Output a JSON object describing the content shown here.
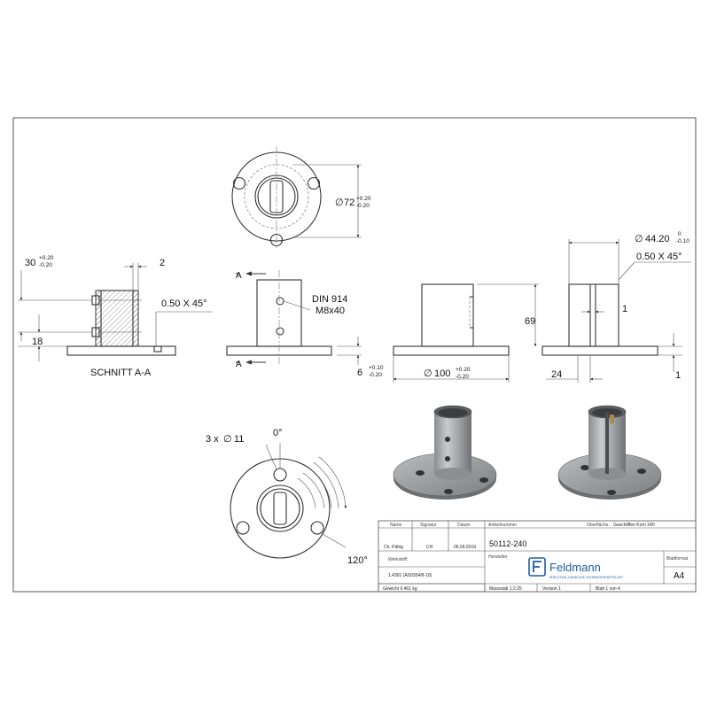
{
  "dimensions": {
    "diameter_72": "72",
    "diameter_72_tol_upper": "+0.20",
    "diameter_72_tol_lower": "-0.20",
    "diameter_44": "44.20",
    "diameter_44_tol_upper": "0",
    "diameter_44_tol_lower": "-0.10",
    "chamfer_right": "0.50 X 45°",
    "chamfer_left": "0.50 X 45°",
    "dim_30": "30",
    "dim_30_tol_upper": "+0.20",
    "dim_30_tol_lower": "-0.20",
    "dim_2": "2",
    "dim_18": "18",
    "thread_std": "DIN 914",
    "thread_size": "M8x40",
    "dim_69": "69",
    "dim_6": "6",
    "dim_6_tol_upper": "+0.10",
    "dim_6_tol_lower": "-0.20",
    "diameter_100": "100",
    "diameter_100_tol_upper": "+0.20",
    "diameter_100_tol_lower": "-0.20",
    "dim_24": "24",
    "dim_1a": "1",
    "dim_1b": "1",
    "holes": "3 x",
    "holes_dia": "11",
    "angle_0": "0°",
    "angle_120": "120°"
  },
  "labels": {
    "section_name": "SCHNITT A-A",
    "section_marker_top": "A",
    "section_marker_bottom": "A"
  },
  "title_block": {
    "hdr_name": "Name",
    "hdr_signatur": "Signatur",
    "hdr_datum": "Datum",
    "name": "Ch. Pähig",
    "signatur": "CH",
    "datum": "06.09.2019",
    "artikelnummer_label": "Artikelnummer",
    "artikelnummer": "50112-240",
    "oberflaeche_label": "Oberfläche:",
    "oberflaeche": "Geschliffen Korn 240",
    "werkstoff_label": "Werkstoff:",
    "werkstoff": "1.4301 (AISI304/8-10)",
    "hersteller_label": "Hersteller",
    "company": "Feldmann",
    "company_sub": "EDELSTAHL-HANDLAUF-SCHMIEDEHERSTELLER",
    "blattformat_label": "Blattformat",
    "blattformat": "A4",
    "gewicht": "Gewicht 0.461 kg",
    "massstab": "Massstab 1:2.25",
    "version": "Version 1",
    "blatt": "Blatt 1 von 4"
  }
}
